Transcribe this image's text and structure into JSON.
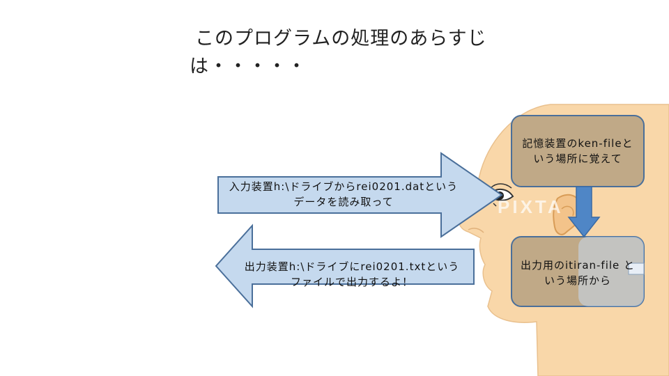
{
  "title": {
    "line1": "このプログラムの処理のあらすじ",
    "line2": "は・・・・・"
  },
  "memory_box": {
    "line1": "記憶装置のken-fileと",
    "line2": "いう場所に覚えて"
  },
  "input_arrow": {
    "line1": "入力装置h:\\ドライブからrei0201.datという",
    "line2": "データを読み取って"
  },
  "output_box": {
    "line1": "出力用のitiran-file と",
    "line2": "いう場所から"
  },
  "output_arrow": {
    "line1": "出力装置h:\\ドライブにrei0201.txtという",
    "line2": "ファイルで出力するよ！"
  },
  "watermark": "PIXTA",
  "colors": {
    "arrow_fill": "#c5d9ee",
    "arrow_stroke": "#4a6f9a",
    "head_fill": "#f9d7a9",
    "box_fill": "#c0a987",
    "down_arrow": "#4f86c6"
  }
}
